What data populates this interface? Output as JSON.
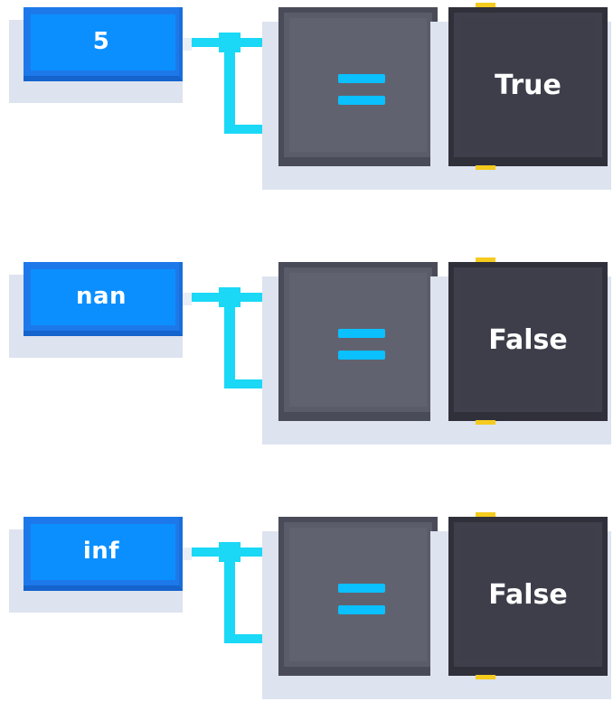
{
  "rows": [
    {
      "input": "5",
      "operator": "=",
      "result": "True"
    },
    {
      "input": "nan",
      "operator": "=",
      "result": "False"
    },
    {
      "input": "inf",
      "operator": "=",
      "result": "False"
    }
  ],
  "colors": {
    "input_block": "#0b8fff",
    "wire": "#1ad8f6",
    "operator_block": "#61626f",
    "equals_sign": "#0ac0ff",
    "result_block": "#3e3e4b",
    "result_marker": "#f5cb1e"
  }
}
